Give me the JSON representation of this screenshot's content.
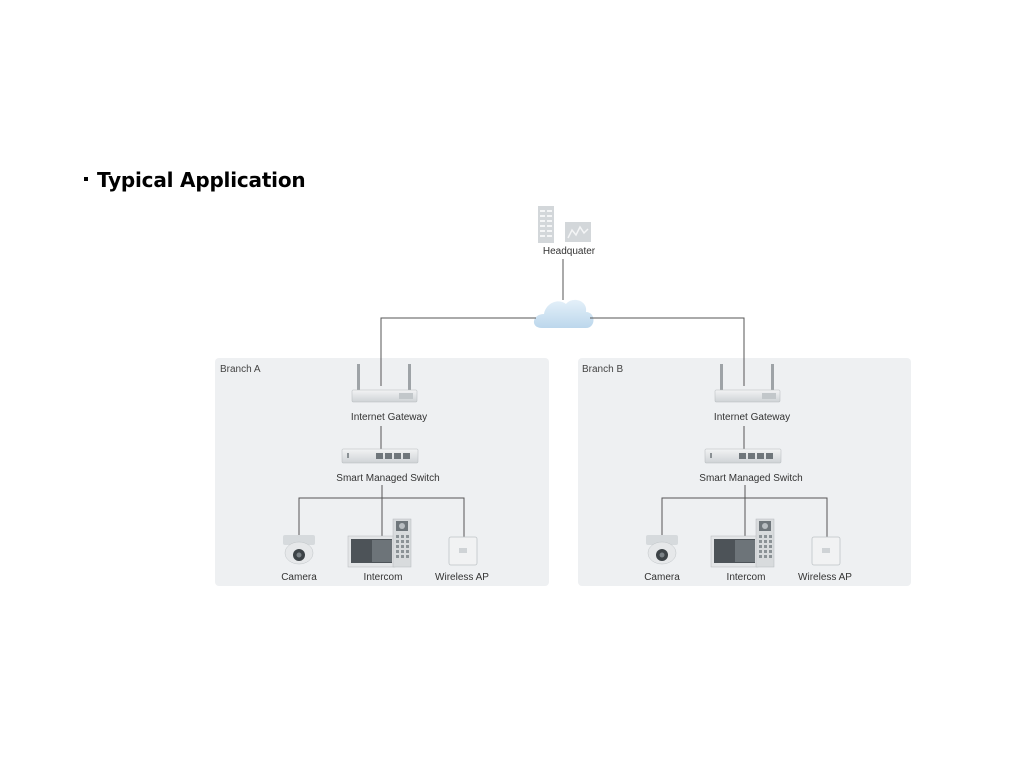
{
  "heading": {
    "text": "Typical Application"
  },
  "diagram": {
    "headquarter": {
      "label": "Headquater"
    },
    "branches": [
      {
        "name": "Branch A",
        "gateway": "Internet Gateway",
        "switch": "Smart Managed Switch",
        "devices": [
          "Camera",
          "Intercom",
          "Wireless AP"
        ]
      },
      {
        "name": "Branch B",
        "gateway": "Internet Gateway",
        "switch": "Smart Managed Switch",
        "devices": [
          "Camera",
          "Intercom",
          "Wireless AP"
        ]
      }
    ],
    "colors": {
      "branch_bg": "#eef1f3",
      "line": "#555555",
      "cloud": "#cfe3f2",
      "device": "#d8dcdf"
    }
  }
}
